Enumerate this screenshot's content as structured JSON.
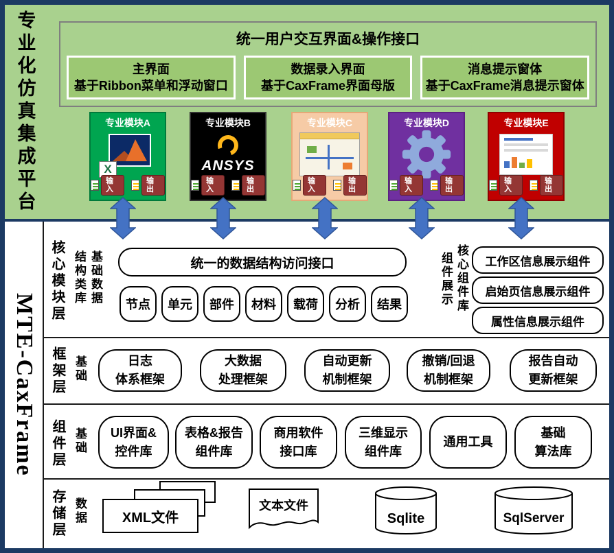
{
  "platform": {
    "title": "专业化仿真集成平台"
  },
  "framework_brand": "MTE-CaxFrame",
  "ui_panel": {
    "title": "统一用户交互界面&操作接口",
    "boxes": [
      {
        "line1": "主界面",
        "line2": "基于Ribbon菜单和浮动窗口"
      },
      {
        "line1": "数据录入界面",
        "line2": "基于CaxFrame界面母版"
      },
      {
        "line1": "消息提示窗体",
        "line2": "基于CaxFrame消息提示窗体"
      }
    ]
  },
  "modules": {
    "input_label": "输入",
    "output_label": "输出",
    "cards": [
      {
        "label": "专业模块A",
        "color": "#00A550",
        "logo": "matlab"
      },
      {
        "label": "专业模块B",
        "color": "#000000",
        "logo": "ansys",
        "logo_text": "ANSYS"
      },
      {
        "label": "专业模块C",
        "color": "#F6CBA6",
        "logo": "workbench"
      },
      {
        "label": "专业模块D",
        "color": "#7030A0",
        "logo": "gear"
      },
      {
        "label": "专业模块E",
        "color": "#C00000",
        "logo": "report"
      }
    ]
  },
  "layers": {
    "core": {
      "name": "核心模块层",
      "left_sub_col1": "结构类库",
      "left_sub_col2": "基础数据",
      "interface_box": "统一的数据结构访问接口",
      "items": [
        "节点",
        "单元",
        "部件",
        "材料",
        "载荷",
        "分析",
        "结果"
      ],
      "right_sub_col1": "组件展示",
      "right_sub_col2": "核心组件库",
      "right_items": [
        "工作区信息展示组件",
        "启始页信息展示组件",
        "属性信息展示组件"
      ]
    },
    "framework": {
      "name": "框架层",
      "sub": "基础",
      "items": [
        {
          "line1": "日志",
          "line2": "体系框架"
        },
        {
          "line1": "大数据",
          "line2": "处理框架"
        },
        {
          "line1": "自动更新",
          "line2": "机制框架"
        },
        {
          "line1": "撤销/回退",
          "line2": "机制框架"
        },
        {
          "line1": "报告自动",
          "line2": "更新框架"
        }
      ]
    },
    "component": {
      "name": "组件层",
      "sub": "基础",
      "items": [
        {
          "line1": "UI界面&",
          "line2": "控件库"
        },
        {
          "line1": "表格&报告",
          "line2": "组件库"
        },
        {
          "line1": "商用软件",
          "line2": "接口库"
        },
        {
          "line1": "三维显示",
          "line2": "组件库"
        },
        {
          "line1": "通用工具",
          "line2": ""
        },
        {
          "line1": "基础",
          "line2": "算法库"
        }
      ]
    },
    "storage": {
      "name": "存储层",
      "sub": "数据",
      "items": [
        "XML文件",
        "文本文件",
        "Sqlite",
        "SqlServer"
      ]
    }
  },
  "colors": {
    "frame_navy": "#1C3A63",
    "section_green": "#A9D18E",
    "panel_inner_green": "#9CC873",
    "module_a_green": "#00A550",
    "module_b_black": "#000000",
    "module_c_peach": "#F6CBA6",
    "module_d_purple": "#7030A0",
    "module_e_red": "#C00000",
    "arrow_blue": "#4472C4",
    "badge_maroon": "#943634",
    "ansys_gold": "#FFB71B",
    "gear_blue": "#8FAADC"
  }
}
